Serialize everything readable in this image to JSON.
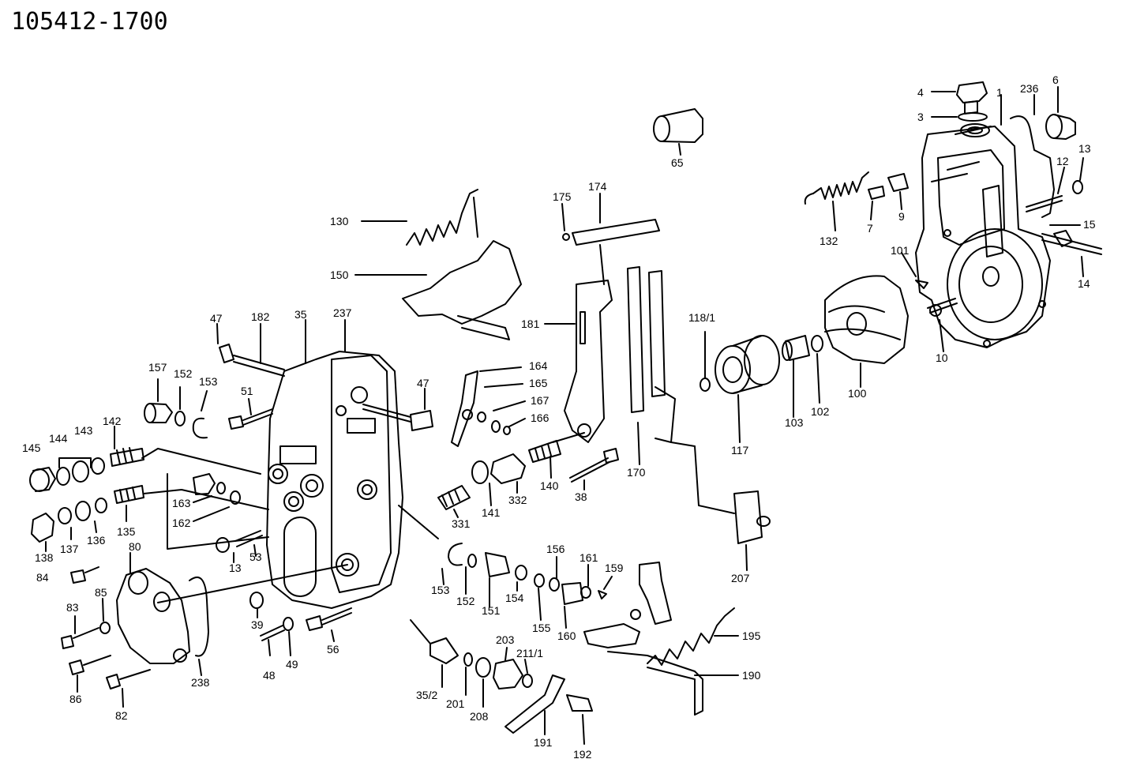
{
  "title": "105412-1700",
  "callouts": [
    {
      "id": "4",
      "text": "4"
    },
    {
      "id": "3",
      "text": "3"
    },
    {
      "id": "1",
      "text": "1"
    },
    {
      "id": "236",
      "text": "236"
    },
    {
      "id": "6",
      "text": "6"
    },
    {
      "id": "13a",
      "text": "13"
    },
    {
      "id": "12",
      "text": "12"
    },
    {
      "id": "15",
      "text": "15"
    },
    {
      "id": "14",
      "text": "14"
    },
    {
      "id": "65",
      "text": "65"
    },
    {
      "id": "175",
      "text": "175"
    },
    {
      "id": "174",
      "text": "174"
    },
    {
      "id": "132",
      "text": "132"
    },
    {
      "id": "7",
      "text": "7"
    },
    {
      "id": "9",
      "text": "9"
    },
    {
      "id": "101",
      "text": "101"
    },
    {
      "id": "10",
      "text": "10"
    },
    {
      "id": "130",
      "text": "130"
    },
    {
      "id": "150",
      "text": "150"
    },
    {
      "id": "181",
      "text": "181"
    },
    {
      "id": "118_1",
      "text": "118/1"
    },
    {
      "id": "100",
      "text": "100"
    },
    {
      "id": "102",
      "text": "102"
    },
    {
      "id": "103",
      "text": "103"
    },
    {
      "id": "117",
      "text": "117"
    },
    {
      "id": "170",
      "text": "170"
    },
    {
      "id": "47a",
      "text": "47"
    },
    {
      "id": "182",
      "text": "182"
    },
    {
      "id": "35",
      "text": "35"
    },
    {
      "id": "237",
      "text": "237"
    },
    {
      "id": "157",
      "text": "157"
    },
    {
      "id": "152a",
      "text": "152"
    },
    {
      "id": "153a",
      "text": "153"
    },
    {
      "id": "51",
      "text": "51"
    },
    {
      "id": "47b",
      "text": "47"
    },
    {
      "id": "164",
      "text": "164"
    },
    {
      "id": "165",
      "text": "165"
    },
    {
      "id": "167",
      "text": "167"
    },
    {
      "id": "166",
      "text": "166"
    },
    {
      "id": "142",
      "text": "142"
    },
    {
      "id": "143",
      "text": "143"
    },
    {
      "id": "144",
      "text": "144"
    },
    {
      "id": "145",
      "text": "145"
    },
    {
      "id": "140",
      "text": "140"
    },
    {
      "id": "38",
      "text": "38"
    },
    {
      "id": "332",
      "text": "332"
    },
    {
      "id": "141",
      "text": "141"
    },
    {
      "id": "331",
      "text": "331"
    },
    {
      "id": "163",
      "text": "163"
    },
    {
      "id": "162",
      "text": "162"
    },
    {
      "id": "135",
      "text": "135"
    },
    {
      "id": "136",
      "text": "136"
    },
    {
      "id": "137",
      "text": "137"
    },
    {
      "id": "138",
      "text": "138"
    },
    {
      "id": "13b",
      "text": "13"
    },
    {
      "id": "53",
      "text": "53"
    },
    {
      "id": "80",
      "text": "80"
    },
    {
      "id": "84",
      "text": "84"
    },
    {
      "id": "85",
      "text": "85"
    },
    {
      "id": "83",
      "text": "83"
    },
    {
      "id": "86",
      "text": "86"
    },
    {
      "id": "82",
      "text": "82"
    },
    {
      "id": "238",
      "text": "238"
    },
    {
      "id": "39",
      "text": "39"
    },
    {
      "id": "48",
      "text": "48"
    },
    {
      "id": "49",
      "text": "49"
    },
    {
      "id": "56",
      "text": "56"
    },
    {
      "id": "153b",
      "text": "153"
    },
    {
      "id": "152b",
      "text": "152"
    },
    {
      "id": "151",
      "text": "151"
    },
    {
      "id": "154",
      "text": "154"
    },
    {
      "id": "155",
      "text": "155"
    },
    {
      "id": "156",
      "text": "156"
    },
    {
      "id": "160",
      "text": "160"
    },
    {
      "id": "161",
      "text": "161"
    },
    {
      "id": "159",
      "text": "159"
    },
    {
      "id": "207",
      "text": "207"
    },
    {
      "id": "195",
      "text": "195"
    },
    {
      "id": "190",
      "text": "190"
    },
    {
      "id": "35_2",
      "text": "35/2"
    },
    {
      "id": "201",
      "text": "201"
    },
    {
      "id": "208",
      "text": "208"
    },
    {
      "id": "203",
      "text": "203"
    },
    {
      "id": "211_1",
      "text": "211/1"
    },
    {
      "id": "191",
      "text": "191"
    },
    {
      "id": "192",
      "text": "192"
    }
  ]
}
